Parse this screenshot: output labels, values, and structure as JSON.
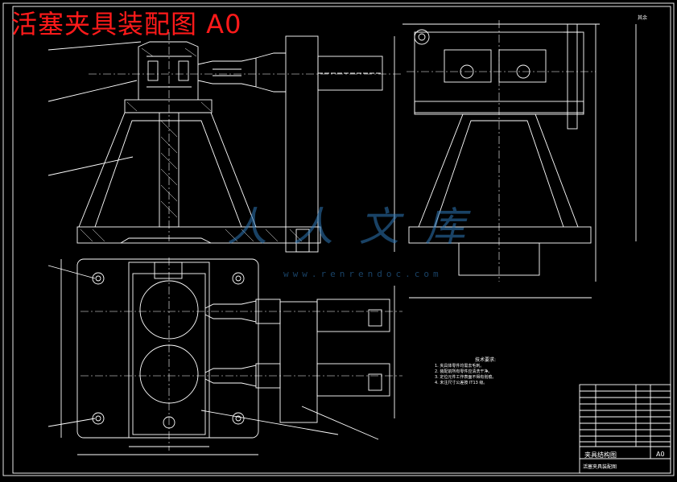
{
  "drawing": {
    "title": "活塞夹具装配图 A0",
    "roughness": "其余"
  },
  "watermark": {
    "text": "人人文库",
    "url": "www.renrendoc.com"
  },
  "technical_requirements": {
    "title": "技术要求:",
    "items": [
      "1. 夹具体零件均需去毛刺。",
      "2. 装配前所有零件应清洗干净。",
      "3. 定位元件工作表面不得有划痕。",
      "4. 未注尺寸公差按 IT13 级。"
    ]
  },
  "title_block": {
    "name": "夹具结构图",
    "size": "A0",
    "subtitle": "活塞夹具装配图"
  },
  "colors": {
    "background": "#000000",
    "line": "#ffffff",
    "title": "#ff1a1a",
    "watermark": "#2e78b9"
  }
}
